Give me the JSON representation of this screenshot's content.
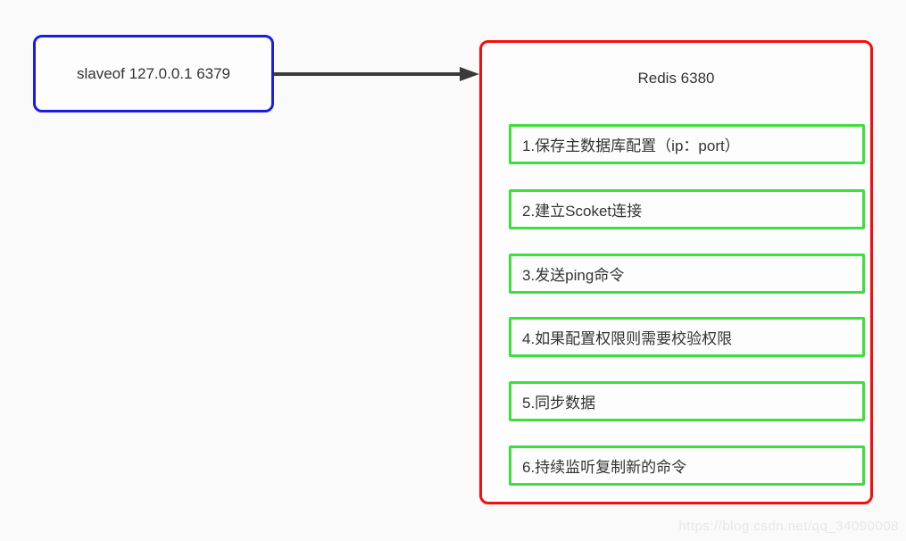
{
  "diagram": {
    "background_color": "#fafafa",
    "text_color": "#333333",
    "slave_node": {
      "label": "slaveof 127.0.0.1 6379",
      "border_color": "#1b1be4"
    },
    "arrow": {
      "direction": "left-to-right",
      "color": "#3a3a3a"
    },
    "redis_node": {
      "title": "Redis 6380",
      "border_color": "#f40e0e",
      "step_border_color": "#3ce03c",
      "steps": [
        "1.保存主数据库配置（ip：port）",
        "2.建立Scoket连接",
        "3.发送ping命令",
        "4.如果配置权限则需要校验权限",
        "5.同步数据",
        "6.持续监听复制新的命令"
      ]
    },
    "watermark": {
      "text": "https://blog.csdn.net/qq_34090008",
      "color": "#e8e8e8"
    }
  }
}
